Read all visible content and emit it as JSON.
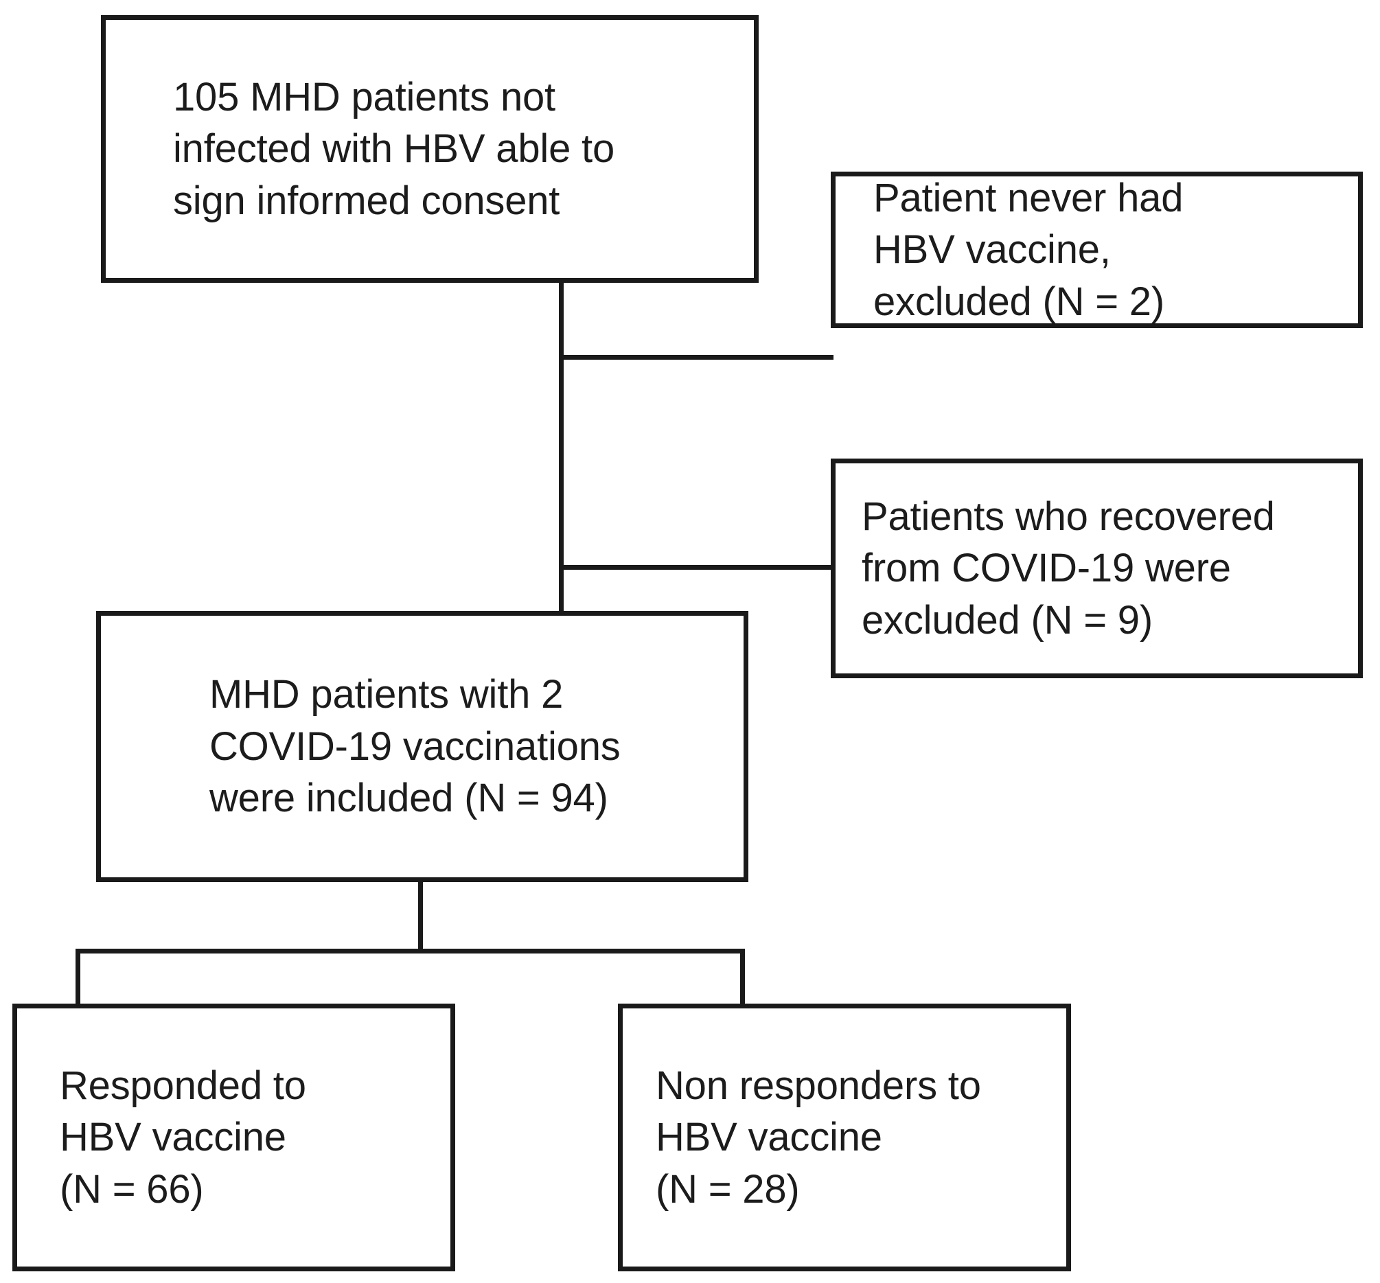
{
  "diagram": {
    "type": "flowchart",
    "title": "MHD patient enrollment and HBV vaccine response flow",
    "colors": {
      "box_border": "#1a1a1a",
      "box_fill": "#ffffff",
      "text": "#1c1c1c",
      "connector": "#1a1a1a"
    },
    "nodes": [
      {
        "id": "screened",
        "name": "screened-patients-box",
        "text": "105 MHD patients not\ninfected with HBV able to\nsign informed consent",
        "count": 105
      },
      {
        "id": "no_vaccine",
        "name": "excluded-no-hbv-vaccine-box",
        "text": "Patient never had\nHBV vaccine,\nexcluded (N = 2)",
        "count": 2
      },
      {
        "id": "recovered",
        "name": "excluded-recovered-covid-box",
        "text": "Patients who recovered\nfrom COVID-19 were\nexcluded (N = 9)",
        "count": 9
      },
      {
        "id": "included",
        "name": "included-patients-box",
        "text": "MHD patients with 2\nCOVID-19 vaccinations\nwere included (N = 94)",
        "count": 94
      },
      {
        "id": "responders",
        "name": "responders-box",
        "text": "Responded to\nHBV vaccine\n(N = 66)",
        "count": 66
      },
      {
        "id": "non_responders",
        "name": "non-responders-box",
        "text": "Non responders to\nHBV vaccine\n(N = 28)",
        "count": 28
      }
    ],
    "edges": [
      {
        "from": "screened",
        "to": "no_vaccine",
        "name": "edge-screened-to-no-vaccine"
      },
      {
        "from": "screened",
        "to": "recovered",
        "name": "edge-screened-to-recovered"
      },
      {
        "from": "screened",
        "to": "included",
        "name": "edge-screened-to-included"
      },
      {
        "from": "included",
        "to": "responders",
        "name": "edge-included-to-responders"
      },
      {
        "from": "included",
        "to": "non_responders",
        "name": "edge-included-to-non-responders"
      }
    ]
  }
}
